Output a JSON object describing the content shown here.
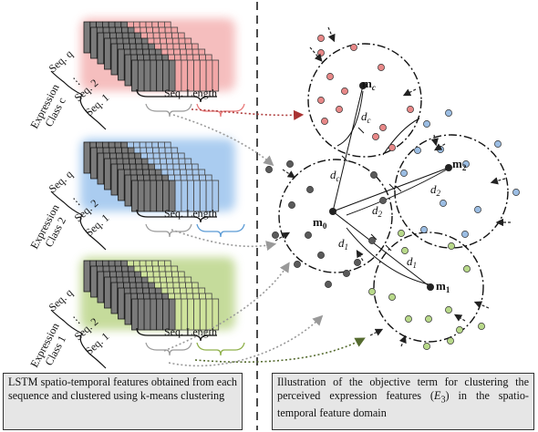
{
  "group_labels": {
    "seq_q": "Seq. q",
    "seq_dots": "⋮",
    "seq_2": "Seq. 2",
    "seq_1": "Seq. 1",
    "seq_length": "Seq. Length",
    "expression": "Expression"
  },
  "classes": [
    {
      "id": "c",
      "class_label": "Class c",
      "color": "#e87878",
      "light": "#f2a7a7",
      "glow": "#f4b3b3"
    },
    {
      "id": "2",
      "class_label": "Class 2",
      "color": "#5b9bd5",
      "light": "#a8c8ec",
      "glow": "#9cc4ee"
    },
    {
      "id": "1",
      "class_label": "Class 1",
      "color": "#8fb04a",
      "light": "#cfe39c",
      "glow": "#bcd58a"
    }
  ],
  "centroids": {
    "m_c": "m",
    "m_c_sub": "c",
    "m_2": "m",
    "m_2_sub": "2",
    "m_1": "m",
    "m_1_sub": "1",
    "m_0": "m",
    "m_0_sub": "0"
  },
  "distances": {
    "d_c": "d",
    "d_c_sub": "c",
    "d_2": "d",
    "d_2_sub": "2",
    "d_1": "d",
    "d_1_sub": "1"
  },
  "captions": {
    "left": "LSTM spatio-temporal features obtained from each sequence and clustered using k-means clustering",
    "right_pre": "Illustration of the objective term for clustering the perceived expression features (",
    "right_sym": "E",
    "right_sub": "3",
    "right_post": ") in the spatio-temporal feature domain"
  },
  "colors": {
    "red": "#e87878",
    "blue": "#8fb6e0",
    "green": "#a9cf7a",
    "gray": "#555555"
  }
}
